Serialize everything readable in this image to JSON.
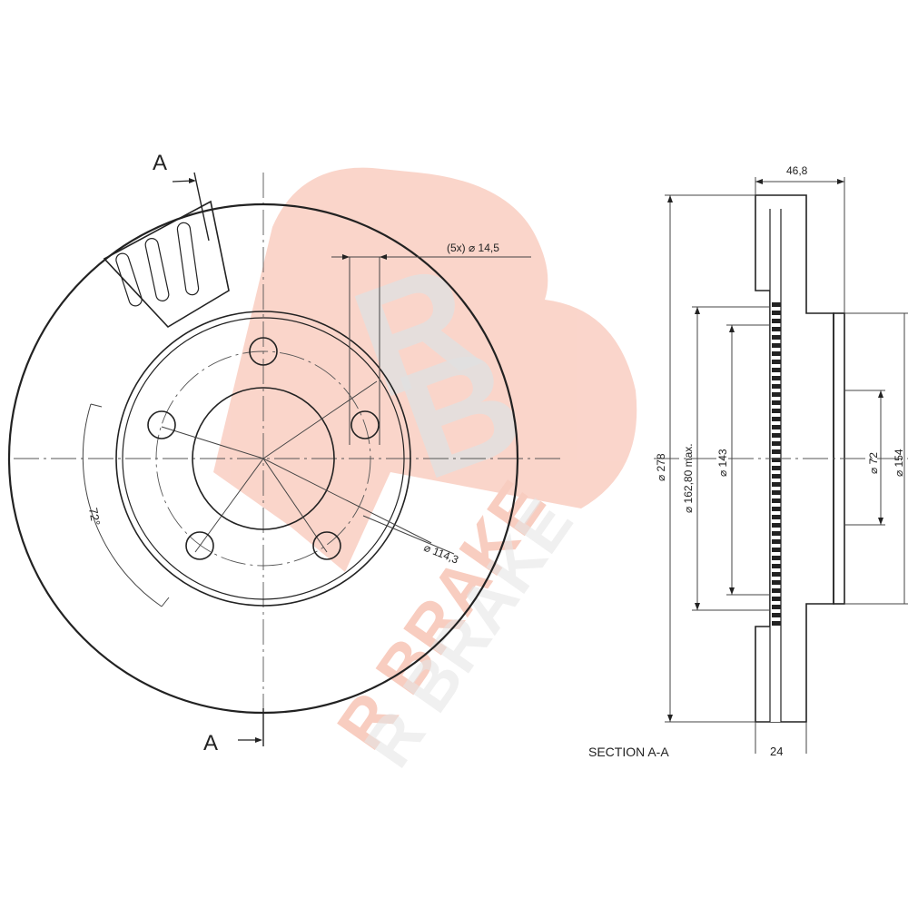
{
  "front_view": {
    "section_label_top": "A",
    "section_label_bottom": "A",
    "bolt_hole_note": "(5x) ⌀ 14,5",
    "pcd_label": "⌀ 114,3",
    "angle_label": "72°"
  },
  "section_view": {
    "title": "SECTION A-A",
    "overall_height": "46,8",
    "disc_thickness": "24",
    "outer_diameter": "⌀ 278",
    "max_diameter": "⌀ 162,80 max.",
    "hat_diameter": "⌀ 143",
    "center_bore": "⌀ 72",
    "hub_diameter": "⌀ 154"
  },
  "watermark": {
    "brand": "R BRAKE",
    "color": "#f4a58d"
  }
}
